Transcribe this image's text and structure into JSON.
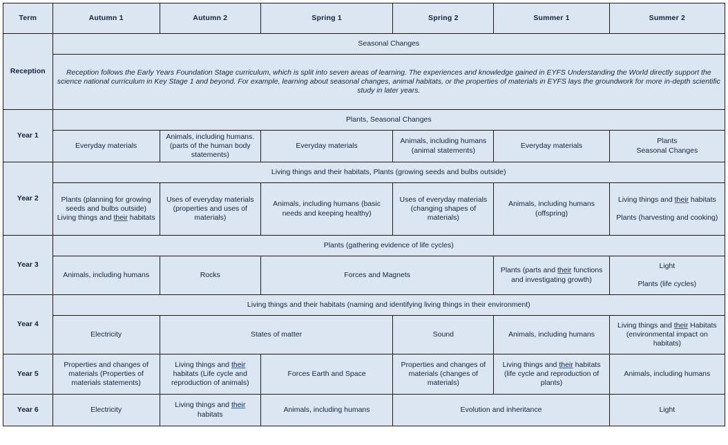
{
  "table": {
    "columns": [
      "Term",
      "Autumn 1",
      "Autumn 2",
      "Spring 1",
      "Spring 2",
      "Summer 1",
      "Summer 2"
    ],
    "colors": {
      "header_blue": "#5b9bd5",
      "banner_blue": "#bdd3ea",
      "cell_blue": "#dce6f2",
      "border": "#1a1a1a",
      "text": "#13243a",
      "header_text": "#ffffff",
      "note_text": "#3f3f3f",
      "spellcheck_underline": "#2f5fb0"
    },
    "rows": {
      "reception": {
        "label": "Reception",
        "banner": "Seasonal Changes",
        "note": "Reception follows the Early Years Foundation Stage curriculum, which is split into seven areas of learning. The experiences and knowledge gained in EYFS Understanding the World directly support the science national curriculum in Key Stage 1 and beyond. For example, learning about seasonal changes, animal habitats, or the properties of materials in EYFS lays the groundwork for more in-depth scientific study in later years."
      },
      "year1": {
        "label": "Year 1",
        "banner": "Plants, Seasonal Changes",
        "cells": [
          "Everyday materials",
          "Animals, including humans. (parts of the human body statements)",
          "Everyday materials",
          "Animals, including humans (animal statements)",
          "Everyday materials",
          "Plants\nSeasonal Changes"
        ]
      },
      "year2": {
        "label": "Year 2",
        "banner": "Living things and their habitats, Plants (growing seeds and bulbs outside)",
        "cells": [
          "Plants (planning for growing seeds and bulbs outside)\nLiving things and their habitats",
          "Uses of everyday materials (properties and uses of materials)",
          "Animals, including humans (basic needs and keeping healthy)",
          "Uses of everyday materials (changing shapes of materials)",
          "Animals, including humans (offspring)",
          "Living things and their habitats\n\nPlants (harvesting and cooking)"
        ]
      },
      "year3": {
        "label": "Year 3",
        "banner": "Plants (gathering evidence of life cycles)",
        "cells": [
          "Animals, including humans",
          "Rocks",
          "Forces and Magnets",
          "Plants (parts and their functions and investigating growth)",
          "Light\n\nPlants (life cycles)"
        ]
      },
      "year4": {
        "label": "Year 4",
        "banner": "Living things and their habitats (naming and identifying living things in their environment)",
        "cells": [
          "Electricity",
          "States of matter",
          "Sound",
          "Animals, including humans",
          "Living things and their Habitats (environmental impact on habitats)"
        ]
      },
      "year5": {
        "label": "Year 5",
        "cells": [
          "Properties and changes of materials (Properties of materials statements)",
          "Living things and their habitats (Life cycle and reproduction of animals)",
          "Forces Earth and Space",
          "Properties and changes of materials (changes of materials)",
          "Living things and their habitats (life cycle and reproduction of plants)",
          "Animals, including humans"
        ]
      },
      "year6": {
        "label": "Year 6",
        "cells": [
          "Electricity",
          "Living things and their habitats",
          "Animals, including humans",
          "Evolution and inheritance",
          "Light"
        ]
      }
    }
  }
}
